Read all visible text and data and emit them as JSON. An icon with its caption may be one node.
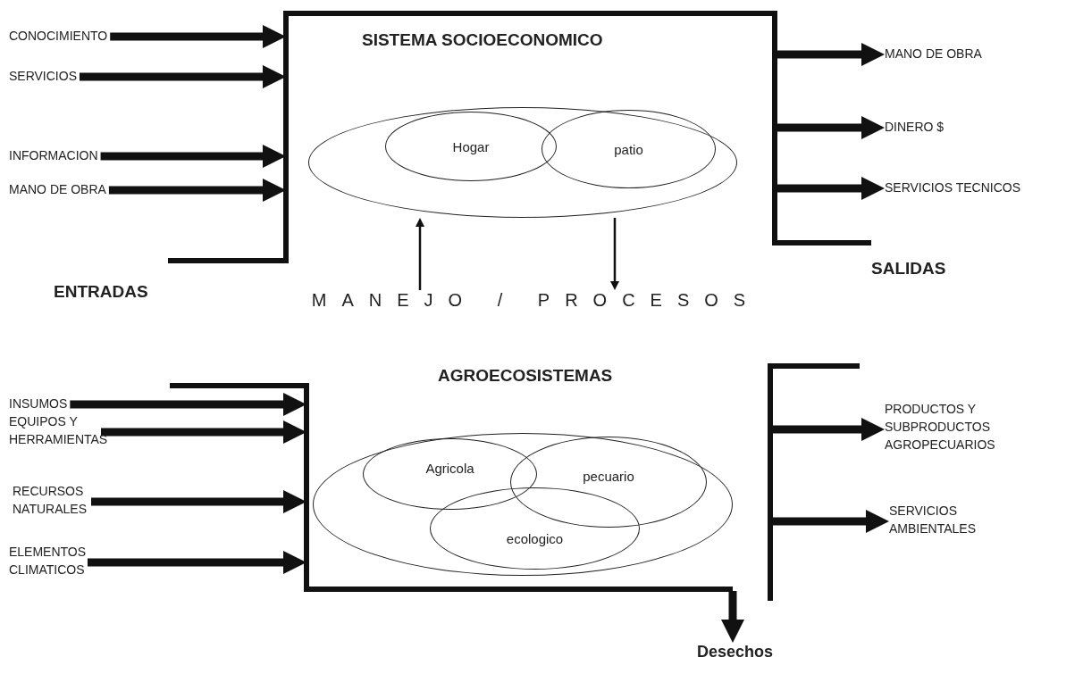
{
  "diagram": {
    "nodes": [
      {
        "text": [
          "CONOCIMIENTO"
        ]
      },
      {
        "text": [
          "SERVICIOS"
        ]
      },
      {
        "text": [
          "INFORMACION"
        ]
      },
      {
        "text": [
          "MANO DE OBRA"
        ]
      },
      {
        "text": [
          "SISTEMA SOCIOECONOMICO"
        ]
      },
      {
        "text": [],
        "shape": "ellipse",
        "in": 4
      },
      {
        "text": [
          "Hogar"
        ],
        "in": 5
      },
      {
        "text": [
          "patio"
        ],
        "in": 5
      },
      {
        "text": [
          "MANO DE OBRA"
        ]
      },
      {
        "text": [
          "DINERO $"
        ]
      },
      {
        "text": [
          "SERVICIOS TECNICOS"
        ]
      },
      {
        "text": [
          "MANEJO / PROCESOS"
        ]
      },
      {
        "text": [
          "INSUMOS"
        ]
      },
      {
        "text": [
          "EQUIPOS Y HERRAMIENTAS"
        ]
      },
      {
        "text": [
          "RECURSOS NATURALES"
        ]
      },
      {
        "text": [
          "ELEMENTOS CLIMATICOS"
        ]
      },
      {
        "text": [
          "AGROECOSISTEMAS"
        ]
      },
      {
        "text": [],
        "shape": "ellipse",
        "in": 16
      },
      {
        "text": [
          "Agricola"
        ],
        "in": 17
      },
      {
        "text": [
          "pecuario"
        ],
        "in": 17
      },
      {
        "text": [
          "ecologico"
        ],
        "in": 17
      },
      {
        "text": [
          "PRODUCTOS Y SUBPRODUCTOS AGROPECUARIOS"
        ]
      },
      {
        "text": [
          "SERVICIOS AMBIENTALES"
        ]
      },
      {
        "text": [
          "Desechos"
        ]
      }
    ],
    "edges": [
      {
        "from": 0,
        "to": 4,
        "arrow": "to"
      },
      {
        "from": 1,
        "to": 4,
        "arrow": "to"
      },
      {
        "from": 2,
        "to": 4,
        "arrow": "to"
      },
      {
        "from": 3,
        "to": 4,
        "arrow": "to"
      },
      {
        "from": 4,
        "to": 8,
        "arrow": "to"
      },
      {
        "from": 4,
        "to": 9,
        "arrow": "to"
      },
      {
        "from": 4,
        "to": 10,
        "arrow": "to"
      },
      {
        "from": 11,
        "to": 5,
        "arrow": "to"
      },
      {
        "from": 5,
        "to": 11,
        "arrow": "to"
      },
      {
        "from": 12,
        "to": 16,
        "arrow": "to"
      },
      {
        "from": 13,
        "to": 16,
        "arrow": "to"
      },
      {
        "from": 14,
        "to": 16,
        "arrow": "to"
      },
      {
        "from": 15,
        "to": 16,
        "arrow": "to"
      },
      {
        "from": 16,
        "to": 21,
        "arrow": "to"
      },
      {
        "from": 16,
        "to": 22,
        "arrow": "to"
      },
      {
        "from": 16,
        "to": 23,
        "arrow": "to"
      }
    ],
    "labels": [
      "ENTRADAS",
      "SALIDAS"
    ]
  }
}
